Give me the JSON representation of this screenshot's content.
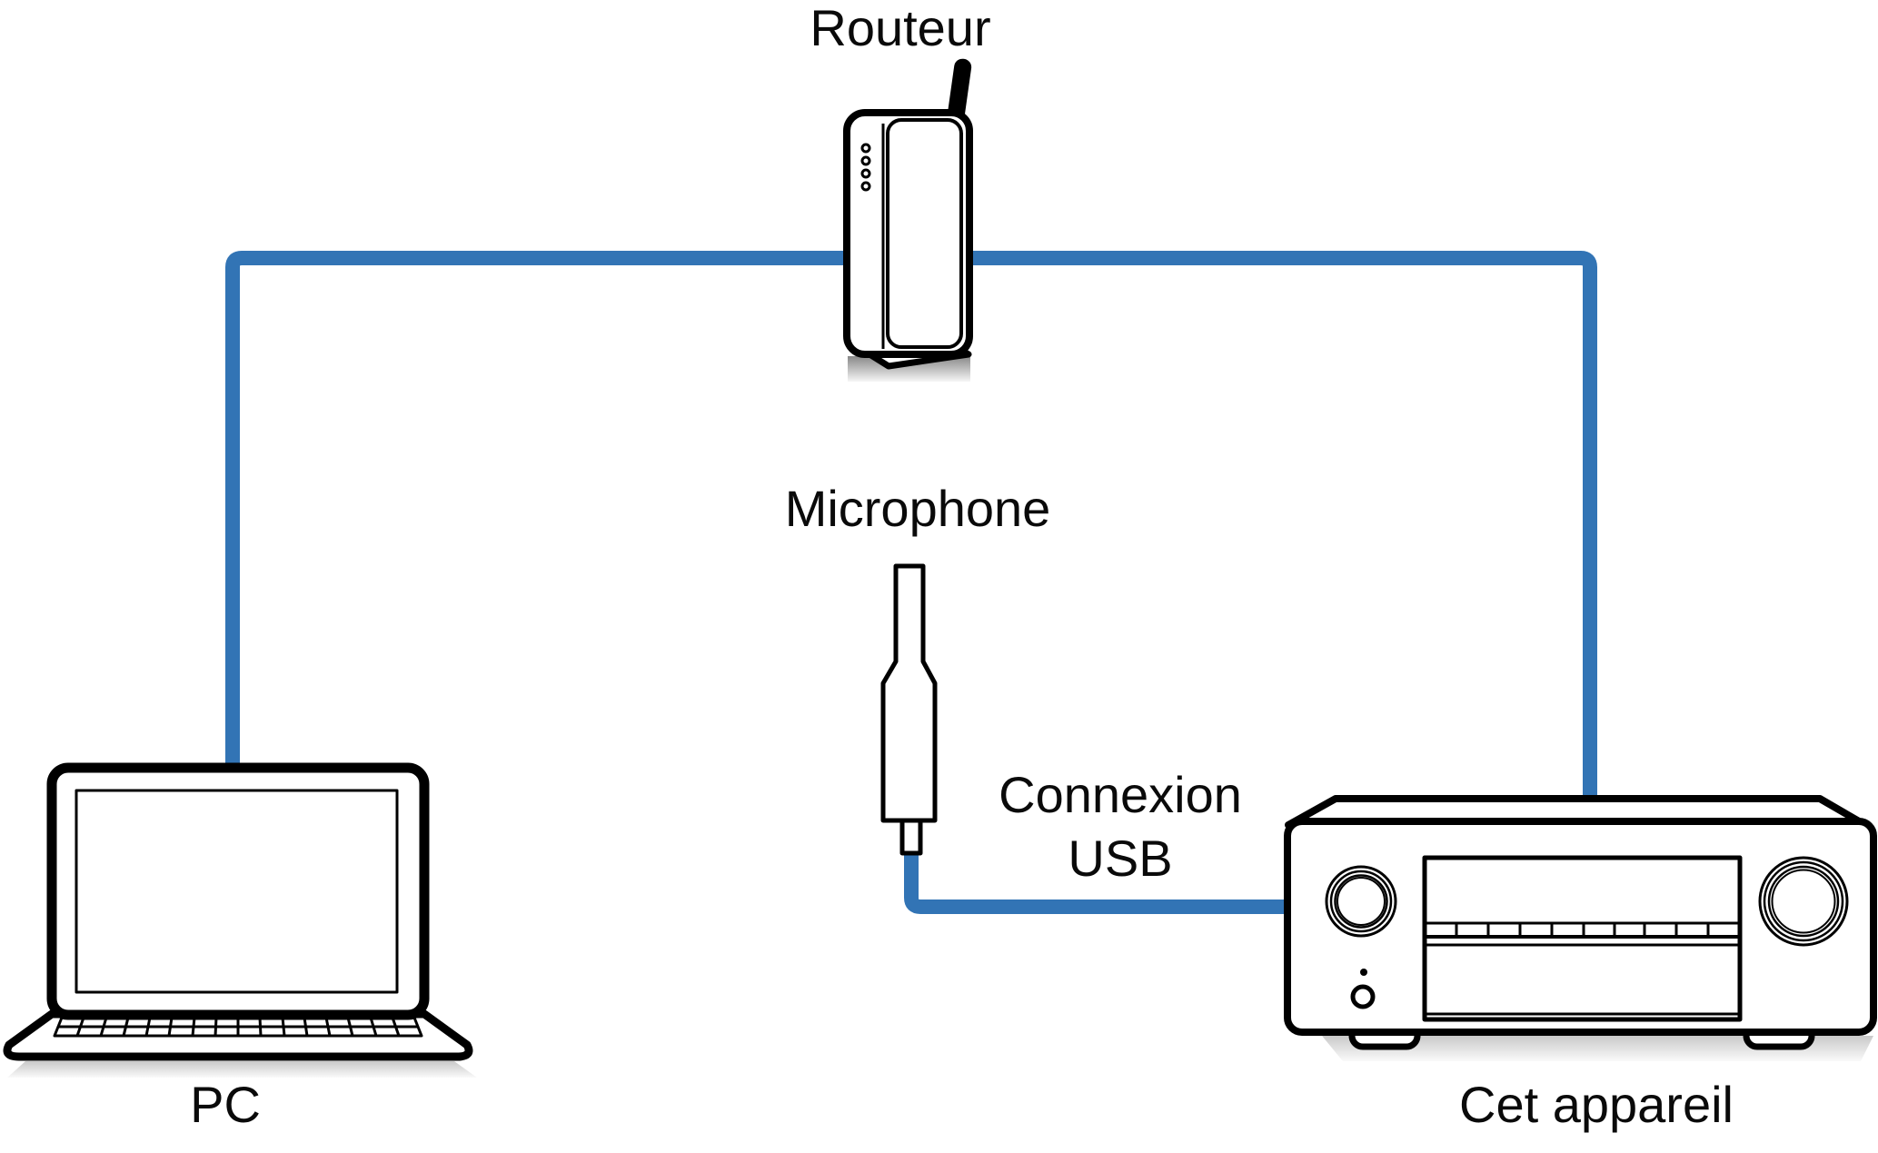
{
  "diagram": {
    "labels": {
      "router": "Routeur",
      "microphone": "Microphone",
      "usb_connection_line1": "Connexion",
      "usb_connection_line2": "USB",
      "pc": "PC",
      "this_device": "Cet appareil"
    },
    "colors": {
      "cable_blue": "#3274b5",
      "outline_black": "#000000"
    },
    "icons": {
      "router": "router-icon",
      "pc": "laptop-icon",
      "microphone": "microphone-icon",
      "this_device": "av-receiver-icon"
    }
  }
}
